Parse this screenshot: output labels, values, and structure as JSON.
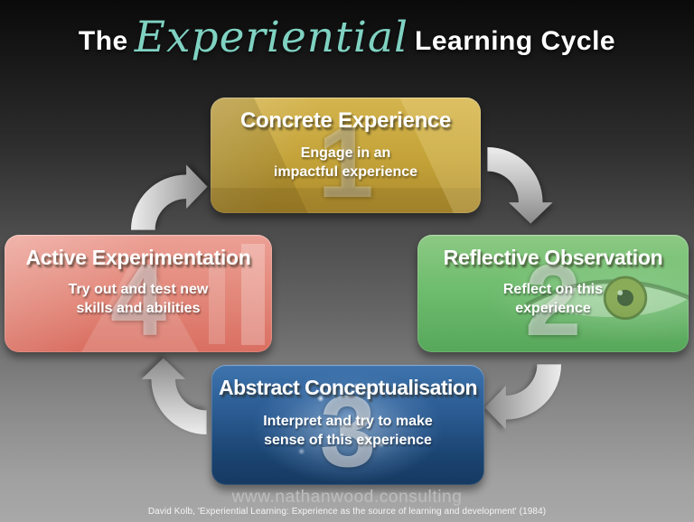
{
  "title": {
    "the": "The",
    "script_word": "Experiential",
    "rest": "Learning Cycle",
    "script_color": "#7fd2c2"
  },
  "stages": [
    {
      "number": "1",
      "title": "Concrete Experience",
      "description_lines": [
        "Engage in an",
        "impactful experience"
      ],
      "color": "#c3a238"
    },
    {
      "number": "2",
      "title": "Reflective Observation",
      "description_lines": [
        "Reflect on this",
        "experience"
      ],
      "color": "#6fbd6e"
    },
    {
      "number": "3",
      "title": "Abstract Conceptualisation",
      "description_lines": [
        "Interpret and try to make",
        "sense of this experience"
      ],
      "color": "#1b4471"
    },
    {
      "number": "4",
      "title": "Active Experimentation",
      "description_lines": [
        "Try out and test new",
        "skills and abilities"
      ],
      "color": "#e28678"
    }
  ],
  "arrow_color": "#b5b5b5",
  "footer": {
    "website": "www.nathanwood.consulting",
    "citation": "David Kolb, 'Experiential Learning: Experience as the source of learning and development' (1984)"
  }
}
